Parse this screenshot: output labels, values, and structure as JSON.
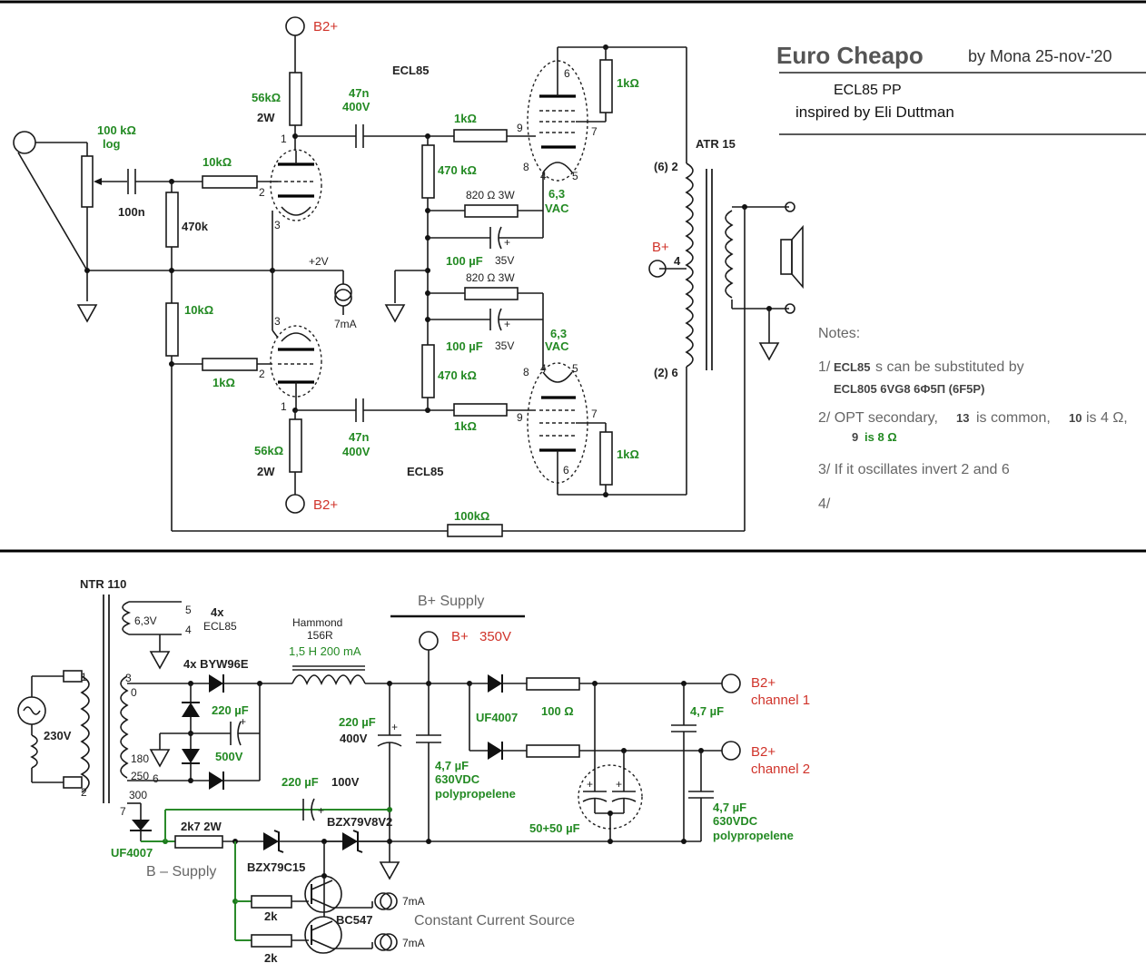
{
  "title": {
    "main": "Euro Cheapo",
    "byline": "by Mona 25-nov-'20",
    "sub1": "ECL85 PP",
    "sub2": "inspired by Eli Duttman"
  },
  "amp": {
    "tube_top": "ECL85",
    "tube_bottom": "ECL85",
    "r_anode": "56kΩ",
    "r_anode_w": "2W",
    "cap_coupling": "47n",
    "cap_coupling_v": "400V",
    "pot": "100 kΩ",
    "pot_type": "log",
    "cap_in": "100n",
    "r_grid_in": "10kΩ",
    "r_bias": "470k",
    "r_grid_lower": "10kΩ",
    "r_grid_lower2": "1kΩ",
    "r_stopper": "1kΩ",
    "r_leak": "470 kΩ",
    "r_cathode": "820 Ω 3W",
    "cap_cathode": "100 µF",
    "cap_cathode_v": "35V",
    "heater": "6,3",
    "heater_unit": "VAC",
    "r_screen": "1kΩ",
    "ccs_voltage": "+2V",
    "ccs_current": "7mA",
    "opt": "ATR 15",
    "opt_pin_top": "(6) 2",
    "opt_pin_mid": "4",
    "opt_pin_bot": "(2) 6",
    "bplus": "B+",
    "b2plus": "B2+",
    "r_feedback": "100kΩ",
    "pins": {
      "p1": "1",
      "p2": "2",
      "p3": "3",
      "p4": "4",
      "p5": "5",
      "p6": "6",
      "p7": "7",
      "p8": "8",
      "p9": "9"
    }
  },
  "notes": {
    "heading": "Notes:",
    "n1a": "1/",
    "n1b": "ECL85",
    "n1c": "s can be substituted by",
    "n1d": "ECL805   6VG8   6Ф5П (6F5P)",
    "n2a": "2/ OPT secondary,",
    "n2b": "13",
    "n2c": "is common,",
    "n2d": "10",
    "n2e": "is 4 Ω,",
    "n2f": "9",
    "n2g": "is 8 Ω",
    "n3": "3/  If it oscillates invert 2 and 6",
    "n4": "4/"
  },
  "psu": {
    "xfmr": "NTR 110",
    "heat_v": "6,3V",
    "heat_p5": "5",
    "heat_p4": "4",
    "heat_load1": "4x",
    "heat_load2": "ECL85",
    "mains": "230V",
    "p1": "1",
    "p2": "2",
    "p3": "3",
    "p0": "0",
    "p180": "180",
    "p250": "250",
    "p6": "6",
    "p300": "300",
    "p7": "7",
    "diodes": "4x  BYW96E",
    "c1": "220 µF",
    "c1v": "500V",
    "choke_brand": "Hammond",
    "choke_model": "156R",
    "choke_val": "1,5 H 200 mA",
    "bsupply_title": "B+ Supply",
    "bplus": "B+",
    "bplus_v": "350V",
    "c2": "220 µF",
    "c2v": "400V",
    "c3": "4,7 µF",
    "c3b": "630VDC",
    "c3c": "polypropelene",
    "uf4007": "UF4007",
    "r100": "100 Ω",
    "c4": "4,7 µF",
    "c5": "4,7 µF",
    "c5b": "630VDC",
    "c5c": "polypropelene",
    "c6": "50+50 µF",
    "b2a": "B2+",
    "b2a2": "channel 1",
    "b2b": "B2+",
    "b2b2": "channel 2",
    "cneg": "220 µF",
    "cneg_v": "100V",
    "zener1": "BZX79V8V2",
    "zener2": "BZX79C15",
    "uf_neg": "UF4007",
    "r2k7": "2k7  2W",
    "bminus": "B – Supply",
    "r2k_a": "2k",
    "r2k_b": "2k",
    "bc547": "BC547",
    "ccs_a": "7mA",
    "ccs_b": "7mA",
    "ccs_label": "Constant Current Source"
  }
}
